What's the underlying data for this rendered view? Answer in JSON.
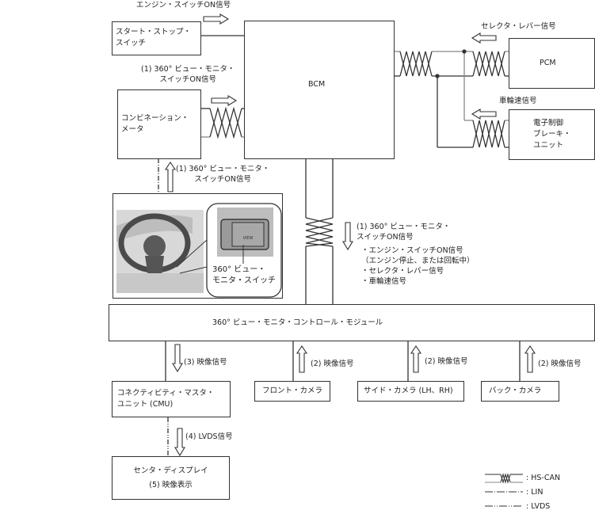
{
  "diagram": {
    "modules": {
      "start_stop_switch": "スタート・ストップ・\nスイッチ",
      "bcm": "BCM",
      "pcm": "PCM",
      "combination_meter": "コンビネーション・\nメータ",
      "ebcu": "電子制御\nブレーキ・\nユニット",
      "svm_module": "360° ビュー・モニタ・コントロール・モジュール",
      "cmu": "コネクティビティ・マスタ・\nユニット (CMU)",
      "front_camera": "フロント・カメラ",
      "side_camera": "サイド・カメラ (LH、RH)",
      "back_camera": "バック・カメラ",
      "center_display": "センタ・ディスプレイ",
      "center_display_sub": "(5) 映像表示"
    },
    "signals": {
      "engine_switch_on": "エンジン・スイッチON信号",
      "svm_switch_on_meter": "(1) 360° ビュー・モニタ・\nスイッチON信号",
      "selector_lever": "セレクタ・レバー信号",
      "wheel_speed": "車輪速信号",
      "svm_switch_on_photo": "(1) 360° ビュー・モニタ・\nスイッチON信号",
      "svm_switch_on_bcm": "(1) 360° ビュー・モニタ・\nスイッチON信号",
      "bcm_bullets": [
        "・エンジン・スイッチON信号",
        "（エンジン停止、または回転中）",
        "・セレクタ・レバー信号",
        "・車輪速信号"
      ],
      "video_3": "(3) 映像信号",
      "video_2_front": "(2) 映像信号",
      "video_2_side": "(2) 映像信号",
      "video_2_back": "(2) 映像信号",
      "lvds_4": "(4) LVDS信号"
    },
    "photo": {
      "callout": "360° ビュー・\nモニタ・スイッチ",
      "button_label": "VIEW"
    },
    "legend": [
      {
        "line": "twisted",
        "label": ": HS-CAN"
      },
      {
        "line": "dash-dot",
        "label": ": LIN"
      },
      {
        "line": "dash-dot-dot",
        "label": ": LVDS"
      }
    ],
    "colors": {
      "line": "#333333",
      "gray_line": "#888888"
    }
  }
}
